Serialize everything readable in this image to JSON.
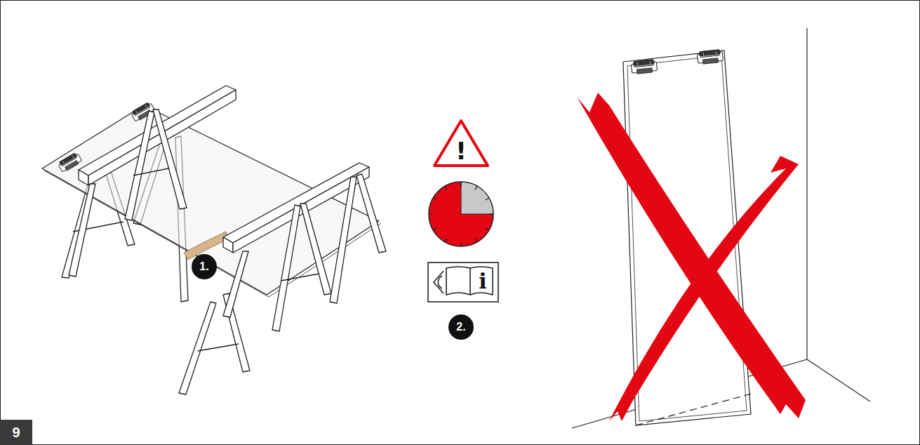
{
  "diagram": {
    "nodes": [
      {
        "text": [
          "1."
        ]
      },
      {
        "text": [
          "2."
        ]
      },
      {
        "text": [
          "9"
        ]
      }
    ],
    "labels": [
      "!",
      "i"
    ]
  }
}
